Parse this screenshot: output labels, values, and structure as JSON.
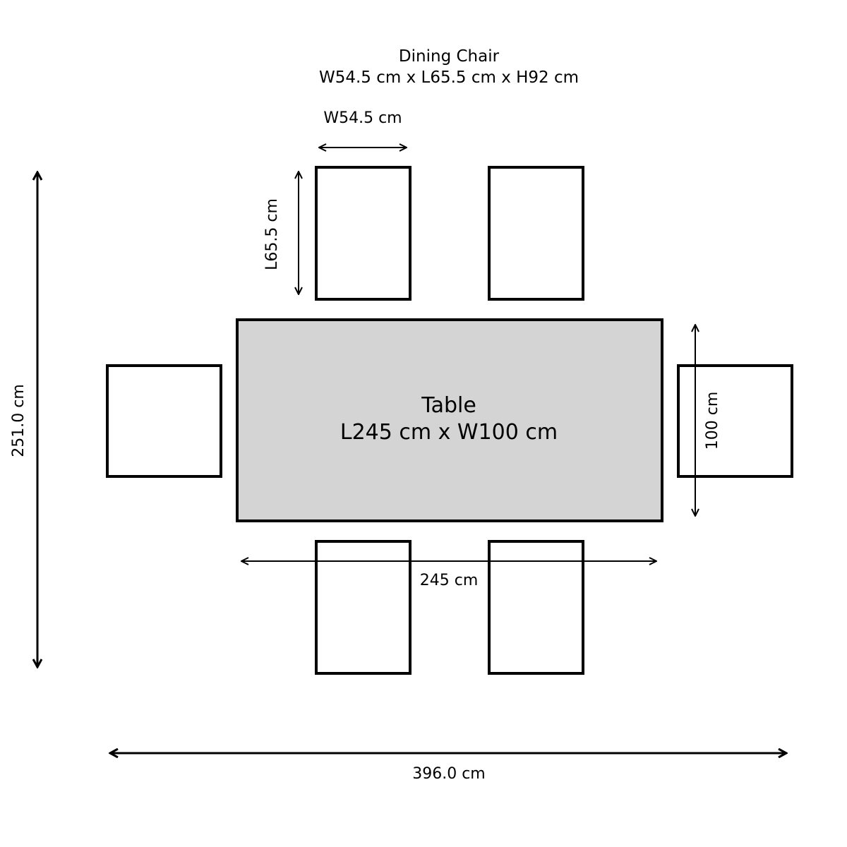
{
  "chair_info": {
    "title": "Dining Chair",
    "dimensions": "W54.5 cm x L65.5 cm x H92 cm"
  },
  "table_info": {
    "title": "Table",
    "dimensions": "L245 cm x W100 cm"
  },
  "labels": {
    "chair_width": "W54.5 cm",
    "chair_length": "L65.5 cm",
    "table_length": "245 cm",
    "table_width": "100 cm",
    "overall_depth": "251.0 cm",
    "overall_width": "396.0 cm"
  },
  "colors": {
    "table_fill": "#d4d4d4",
    "stroke": "#000000",
    "background": "#ffffff"
  }
}
